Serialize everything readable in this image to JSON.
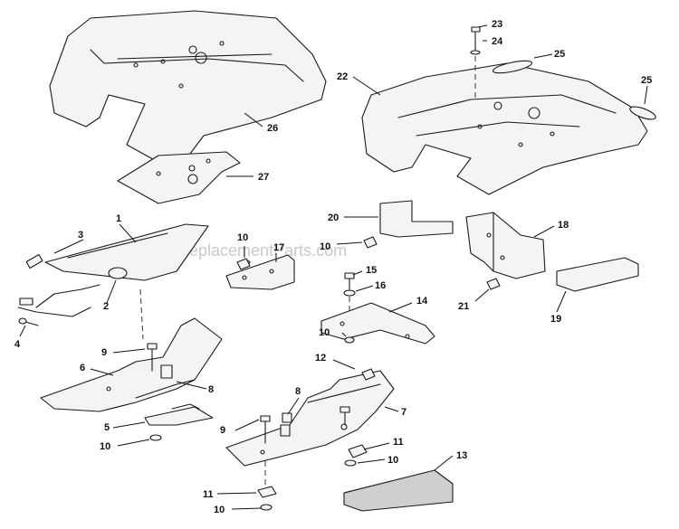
{
  "watermark": "eReplacementParts.com",
  "callouts": {
    "c1": "1",
    "c2": "2",
    "c3": "3",
    "c4": "4",
    "c5": "5",
    "c6": "6",
    "c7": "7",
    "c8a": "8",
    "c8b": "8",
    "c9a": "9",
    "c9b": "9",
    "c10a": "10",
    "c10b": "10",
    "c10c": "10",
    "c10d": "10",
    "c10e": "10",
    "c10f": "10",
    "c11a": "11",
    "c11b": "11",
    "c12": "12",
    "c13": "13",
    "c14": "14",
    "c15": "15",
    "c16": "16",
    "c17": "17",
    "c18": "18",
    "c19": "19",
    "c20": "20",
    "c21": "21",
    "c22": "22",
    "c23": "23",
    "c24": "24",
    "c25a": "25",
    "c25b": "25",
    "c26": "26",
    "c27": "27"
  }
}
